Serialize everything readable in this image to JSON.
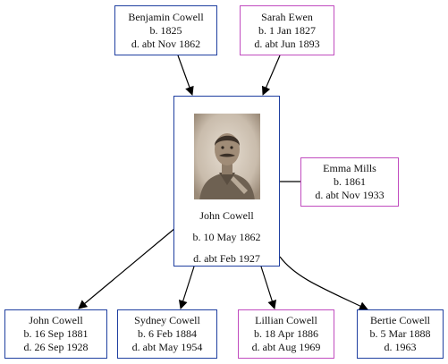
{
  "center": {
    "name": "John Cowell",
    "birth": "b. 10 May 1862",
    "death": "d. abt Feb 1927",
    "photo_alt": "portrait-photo"
  },
  "father": {
    "name": "Benjamin Cowell",
    "birth": "b. 1825",
    "death": "d. abt Nov 1862"
  },
  "mother": {
    "name": "Sarah Ewen",
    "birth": "b. 1 Jan 1827",
    "death": "d. abt Jun 1893"
  },
  "spouse": {
    "name": "Emma Mills",
    "birth": "b. 1861",
    "death": "d. abt Nov 1933"
  },
  "children": [
    {
      "name": "John Cowell",
      "birth": "b. 16 Sep 1881",
      "death": "d. 26 Sep 1928"
    },
    {
      "name": "Sydney Cowell",
      "birth": "b. 6 Feb 1884",
      "death": "d. abt May 1954"
    },
    {
      "name": "Lillian Cowell",
      "birth": "b. 18 Apr 1886",
      "death": "d. abt Aug 1969"
    },
    {
      "name": "Bertie Cowell",
      "birth": "b. 5 Mar 1888",
      "death": "d. 1963"
    }
  ],
  "colors": {
    "male_border": "#1f3fa0",
    "female_border": "#c14cbf",
    "edge": "#000000"
  }
}
